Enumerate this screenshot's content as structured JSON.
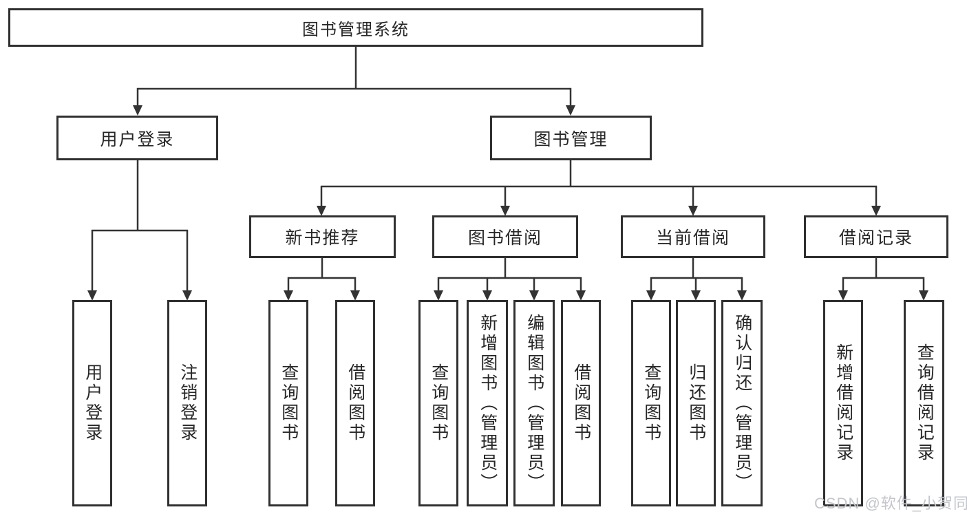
{
  "diagram": {
    "root": "图书管理系统",
    "level2": {
      "user_login": "用户登录",
      "book_mgmt": "图书管理"
    },
    "level3": {
      "new_book": "新书推荐",
      "book_borrow": "图书借阅",
      "current_borrow": "当前借阅",
      "borrow_records": "借阅记录"
    },
    "leaves": {
      "user_login": "用户登录",
      "logout": "注销登录",
      "newbook_query": "查询图书",
      "newbook_borrow": "借阅图书",
      "borrow_query": "查询图书",
      "borrow_add": "新增图书（管理员）",
      "borrow_edit": "编辑图书（管理员）",
      "borrow_borrow": "借阅图书",
      "current_query": "查询图书",
      "current_return": "归还图书",
      "current_confirm": "确认归还（管理员）",
      "records_add": "新增借阅记录",
      "records_query": "查询借阅记录"
    }
  },
  "watermark": "CSDN @软件_小贺同学",
  "colors": {
    "line": "#333333",
    "border": "#303030",
    "text": "#262626",
    "watermark": "#c3c6cb",
    "background": "#ffffff"
  }
}
